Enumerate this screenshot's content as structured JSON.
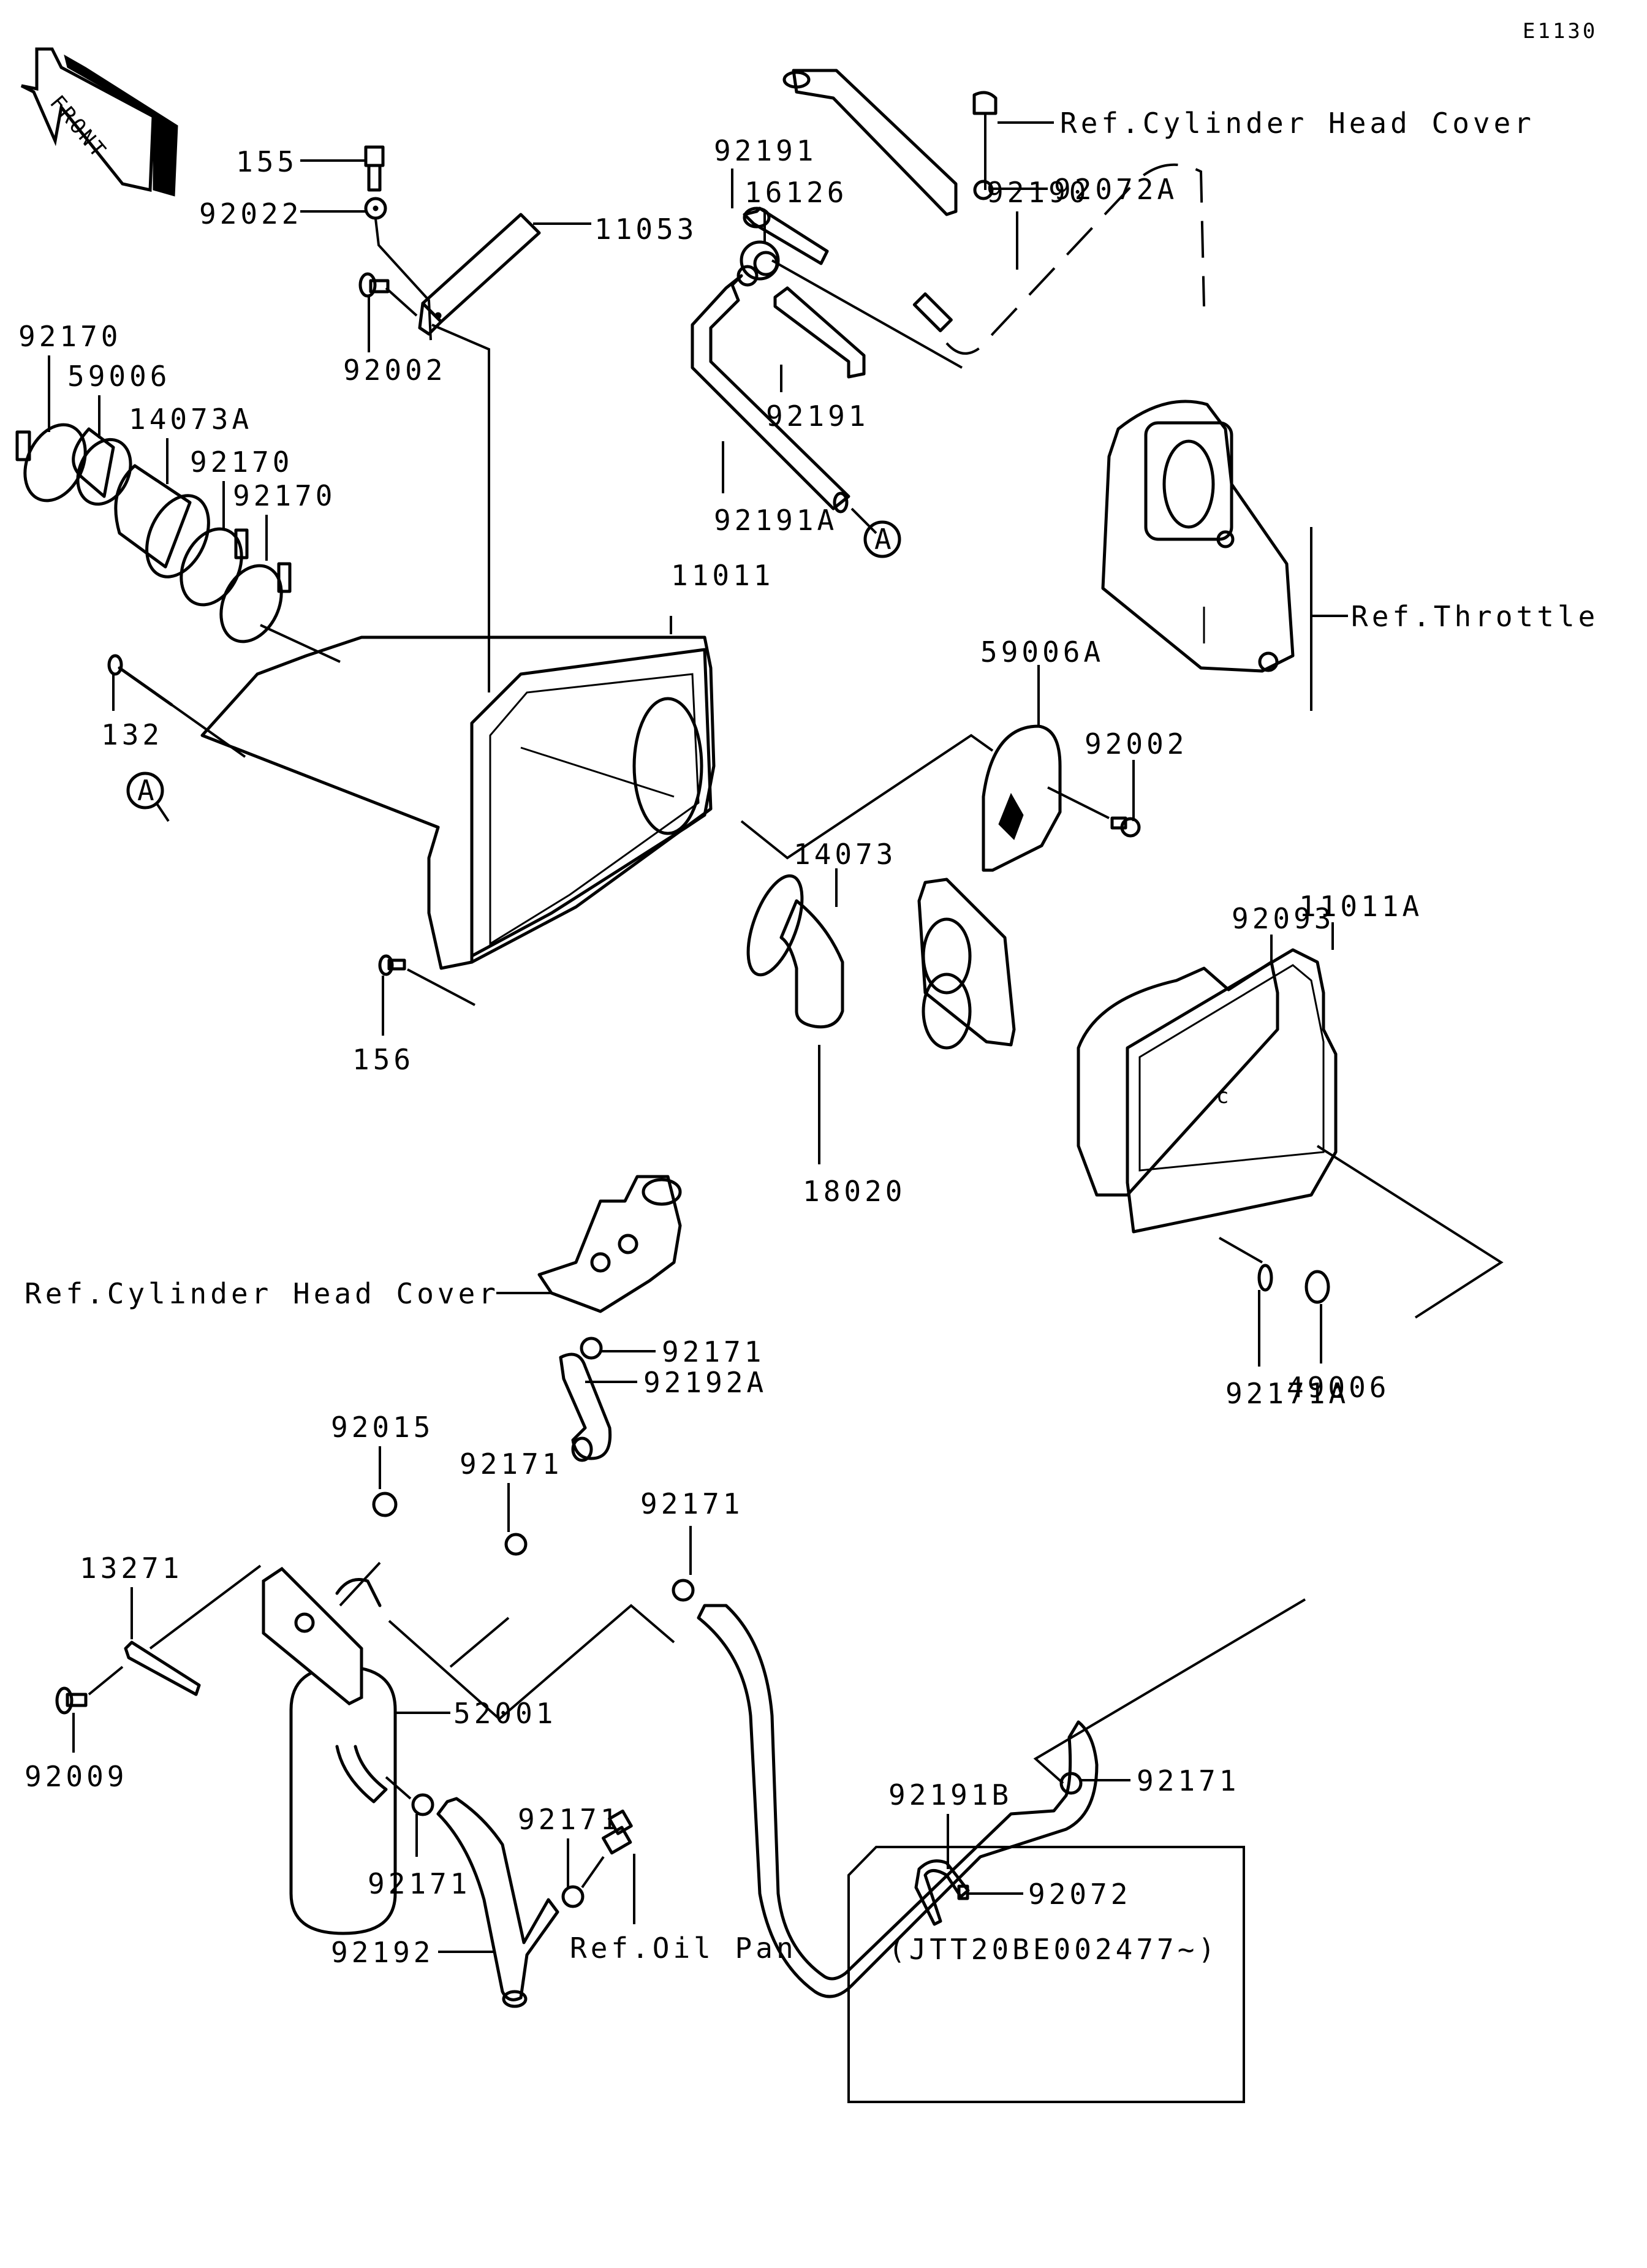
{
  "diagram_id": "E1130",
  "front_indicator": "FRONT",
  "callout_circle_letter": "A",
  "parts": {
    "p155": "155",
    "p92022": "92022",
    "p11053": "11053",
    "p92002_top": "92002",
    "p92170_left": "92170",
    "p59006": "59006",
    "p14073A": "14073A",
    "p92170_mid": "92170",
    "p92170_right": "92170",
    "p132": "132",
    "p11011": "11011",
    "p156": "156",
    "p92191_top": "92191",
    "p16126": "16126",
    "p92072A": "92072A",
    "p92190": "92190",
    "p92191_mid": "92191",
    "p92191A": "92191A",
    "p59006A": "59006A",
    "p92002_right": "92002",
    "p14073": "14073",
    "p18020": "18020",
    "p92093": "92093",
    "p11011A": "11011A",
    "p92171A": "92171A",
    "p49006": "49006",
    "p92171_a": "92171",
    "p92192A": "92192A",
    "p92015": "92015",
    "p92171_b": "92171",
    "p92171_c": "92171",
    "p13271": "13271",
    "p52001": "52001",
    "p92009": "92009",
    "p92171_d": "92171",
    "p92171_e": "92171",
    "p92192": "92192",
    "p92191B": "92191B",
    "p92171_f": "92171",
    "p92072": "92072"
  },
  "references": {
    "cyl_head_cover_top": "Ref.Cylinder Head Cover",
    "throttle": "Ref.Throttle",
    "cyl_head_cover_mid": "Ref.Cylinder Head Cover",
    "oil_pan": "Ref.Oil Pan"
  },
  "serial_note": "(JTT20BE002477~)"
}
